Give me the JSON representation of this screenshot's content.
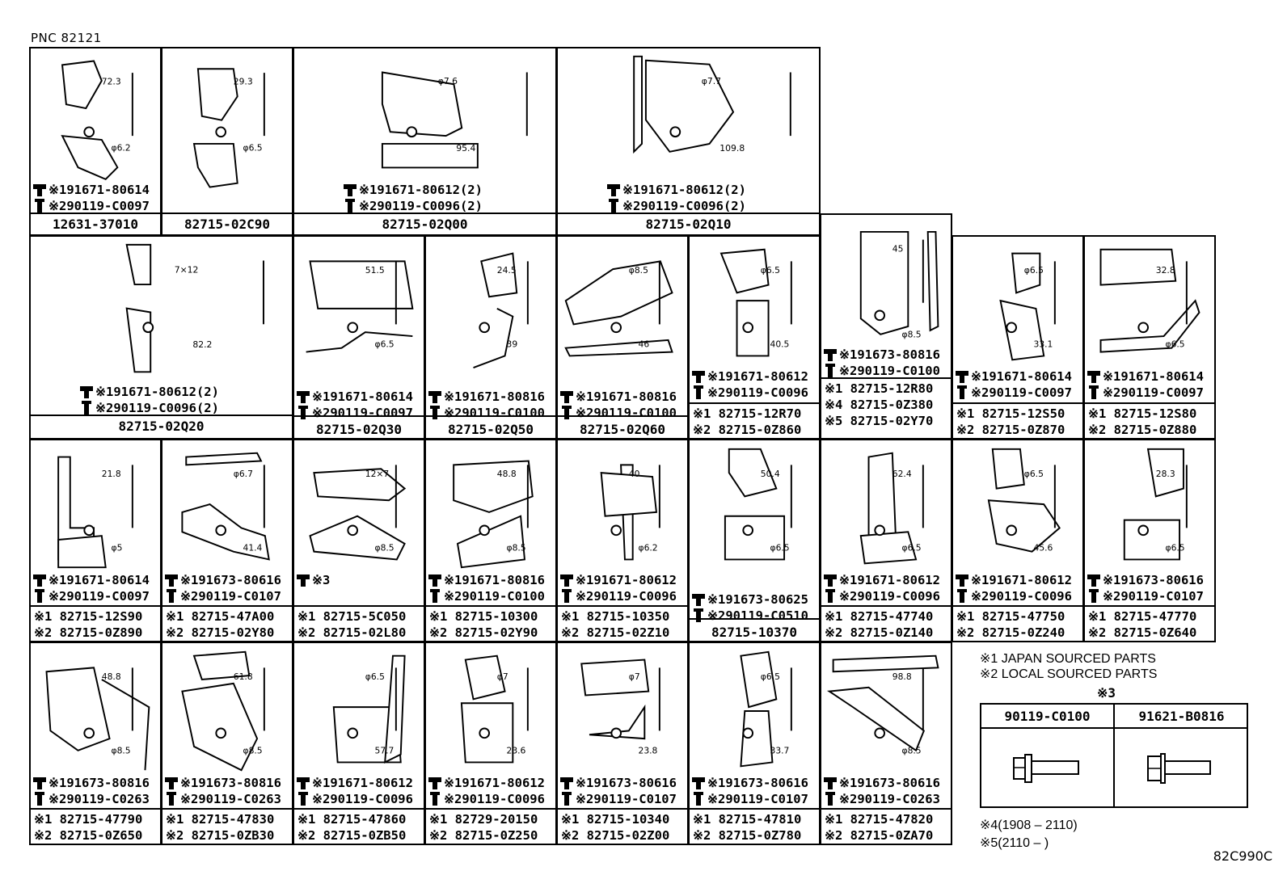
{
  "pnc": "PNC 82121",
  "drawing_code": "82C990C",
  "notes": [
    "※1 JAPAN SOURCED PARTS",
    "※2 LOCAL SOURCED PARTS"
  ],
  "periods": [
    "※4(1908 – 2110)",
    "※5(2110 –       )"
  ],
  "table3": {
    "marker": "※3",
    "columns": [
      "90119-C0100",
      "91621-B0816"
    ]
  },
  "cells": [
    {
      "bolts": [
        "※191671-80614",
        "※290119-C0097"
      ],
      "label": "12631-37010",
      "dims": [
        "72.3",
        "φ6.2"
      ]
    },
    {
      "bolts": [],
      "label": "82715-02C90",
      "dims": [
        "29.3",
        "φ6.5"
      ]
    },
    {
      "bolts": [
        "※191671-80612(2)",
        "※290119-C0096(2)"
      ],
      "label": "82715-02Q00",
      "dims": [
        "φ7.6",
        "95.4"
      ]
    },
    {
      "bolts": [
        "※191671-80612(2)",
        "※290119-C0096(2)"
      ],
      "label": "82715-02Q10",
      "dims": [
        "φ7.7",
        "109.8"
      ]
    },
    {
      "bolts": [
        "※191671-80612(2)",
        "※290119-C0096(2)"
      ],
      "label": "82715-02Q20",
      "dims": [
        "7×12",
        "82.2"
      ]
    },
    {
      "bolts": [
        "※191671-80614",
        "※290119-C0097"
      ],
      "label": "82715-02Q30",
      "dims": [
        "51.5",
        "φ6.5"
      ]
    },
    {
      "bolts": [
        "※191671-80816",
        "※290119-C0100"
      ],
      "label": "82715-02Q50",
      "dims": [
        "24.5",
        "39"
      ]
    },
    {
      "bolts": [
        "※191671-80816",
        "※290119-C0100"
      ],
      "label": "82715-02Q60",
      "dims": [
        "φ8.5",
        "46"
      ]
    },
    {
      "bolts": [
        "※191671-80612",
        "※290119-C0096"
      ],
      "parts": [
        "※1 82715-12R70",
        "※2 82715-0Z860"
      ],
      "dims": [
        "φ6.5",
        "40.5"
      ]
    },
    {
      "bolts": [
        "※191673-80816",
        "※290119-C0100"
      ],
      "parts": [
        "※1 82715-12R80",
        "※4 82715-0Z380",
        "※5 82715-02Y70"
      ],
      "dims": [
        "45",
        "φ8.5"
      ]
    },
    {
      "bolts": [
        "※191671-80614",
        "※290119-C0097"
      ],
      "parts": [
        "※1 82715-12S50",
        "※2 82715-0Z870"
      ],
      "dims": [
        "φ6.5",
        "33.1"
      ]
    },
    {
      "bolts": [
        "※191671-80614",
        "※290119-C0097"
      ],
      "parts": [
        "※1 82715-12S80",
        "※2 82715-0Z880"
      ],
      "dims": [
        "32.8",
        "φ6.5"
      ]
    },
    {
      "bolts": [
        "※191671-80614",
        "※290119-C0097"
      ],
      "parts": [
        "※1 82715-12S90",
        "※2 82715-0Z890"
      ],
      "dims": [
        "21.8",
        "φ5"
      ]
    },
    {
      "bolts": [
        "※191673-80616",
        "※290119-C0107"
      ],
      "parts": [
        "※1 82715-47A00",
        "※2 82715-02Y80"
      ],
      "dims": [
        "φ6.7",
        "41.4"
      ]
    },
    {
      "bolts": [
        "※3"
      ],
      "parts": [
        "※1 82715-5C050",
        "※2 82715-02L80"
      ],
      "dims": [
        "12×7",
        "φ8.5"
      ]
    },
    {
      "bolts": [
        "※191671-80816",
        "※290119-C0100"
      ],
      "parts": [
        "※1 82715-10300",
        "※2 82715-02Y90"
      ],
      "dims": [
        "48.8",
        "φ8.5"
      ]
    },
    {
      "bolts": [
        "※191671-80612",
        "※290119-C0096"
      ],
      "parts": [
        "※1 82715-10350",
        "※2 82715-02Z10"
      ],
      "dims": [
        "40",
        "φ6.2"
      ]
    },
    {
      "bolts": [
        "※191673-80625",
        "※290119-C0510"
      ],
      "label": "82715-10370",
      "dims": [
        "50.4",
        "φ6.5"
      ]
    },
    {
      "bolts": [
        "※191671-80612",
        "※290119-C0096"
      ],
      "parts": [
        "※1 82715-47740",
        "※2 82715-0Z140"
      ],
      "dims": [
        "62.4",
        "φ6.5"
      ]
    },
    {
      "bolts": [
        "※191671-80612",
        "※290119-C0096"
      ],
      "parts": [
        "※1 82715-47750",
        "※2 82715-0Z240"
      ],
      "dims": [
        "φ6.5",
        "45.6"
      ]
    },
    {
      "bolts": [
        "※191673-80616",
        "※290119-C0107"
      ],
      "parts": [
        "※1 82715-47770",
        "※2 82715-0Z640"
      ],
      "dims": [
        "28.3",
        "φ6.5"
      ]
    },
    {
      "bolts": [
        "※191673-80816",
        "※290119-C0263"
      ],
      "parts": [
        "※1 82715-47790",
        "※2 82715-0Z650"
      ],
      "dims": [
        "48.8",
        "φ8.5"
      ]
    },
    {
      "bolts": [
        "※191673-80816",
        "※290119-C0263"
      ],
      "parts": [
        "※1 82715-47830",
        "※2 82715-0ZB30"
      ],
      "dims": [
        "61.8",
        "φ8.5"
      ]
    },
    {
      "bolts": [
        "※191671-80612",
        "※290119-C0096"
      ],
      "parts": [
        "※1 82715-47860",
        "※2 82715-0ZB50"
      ],
      "dims": [
        "φ6.5",
        "57.7"
      ]
    },
    {
      "bolts": [
        "※191671-80612",
        "※290119-C0096"
      ],
      "parts": [
        "※1 82729-20150",
        "※2 82715-0Z250"
      ],
      "dims": [
        "φ7",
        "23.6"
      ]
    },
    {
      "bolts": [
        "※191673-80616",
        "※290119-C0107"
      ],
      "parts": [
        "※1 82715-10340",
        "※2 82715-02Z00"
      ],
      "dims": [
        "φ7",
        "23.8"
      ]
    },
    {
      "bolts": [
        "※191673-80616",
        "※290119-C0107"
      ],
      "parts": [
        "※1 82715-47810",
        "※2 82715-0Z780"
      ],
      "dims": [
        "φ6.5",
        "33.7"
      ]
    },
    {
      "bolts": [
        "※191673-80616",
        "※290119-C0263"
      ],
      "parts": [
        "※1 82715-47820",
        "※2 82715-0ZA70"
      ],
      "dims": [
        "98.8",
        "φ8.5"
      ]
    }
  ]
}
